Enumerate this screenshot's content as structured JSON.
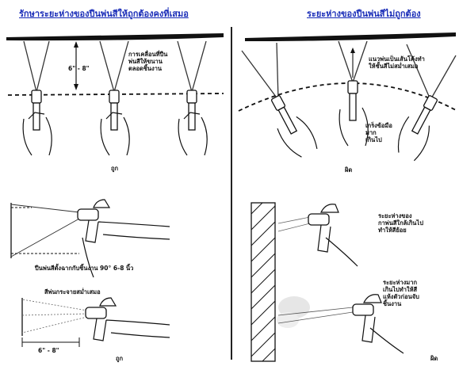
{
  "left": {
    "title": "รักษาระยะห่างของปืนพ่นสีให้ถูกต้องคงที่เสมอ",
    "distance_label": "6\" - 8\"",
    "note_lines": [
      "การเคลื่อนที่ปืน",
      "พ่นสีให้ขนาน",
      "ตลอดชิ้นงาน"
    ],
    "verdict_top": "ถูก",
    "middle_caption": "ปืนพ่นสีตั้งฉากกับชิ้นงาน 90° 6-8 นิ้ว",
    "bottom_caption": "สีพ่นกระจายสม่ำเสมอ",
    "bottom_distance": "6\" - 8\"",
    "verdict_bottom": "ถูก"
  },
  "right": {
    "title": "ระยะห่างของปืนพ่นสีไม่ถูกต้อง",
    "arc_note_lines": [
      "แนวพ่นเป็นเส้นโค้งทำ",
      "ให้ชั้นสีไม่สม่ำเสมอ"
    ],
    "wrist_note_lines": [
      "เกร็งข้อมือ",
      "มาก",
      "เกินไป"
    ],
    "verdict_top": "ผิด",
    "too_close_lines": [
      "ระยะห่างของ",
      "กาพ่นสีใกล้เกินไป",
      "ทำให้สีย้อย"
    ],
    "too_far_lines": [
      "ระยะห่างมาก",
      "เกินไปทำให้สี",
      "แห้งตัวก่อนจับ",
      "ชิ้นงาน"
    ],
    "verdict_bottom": "ผิด"
  }
}
